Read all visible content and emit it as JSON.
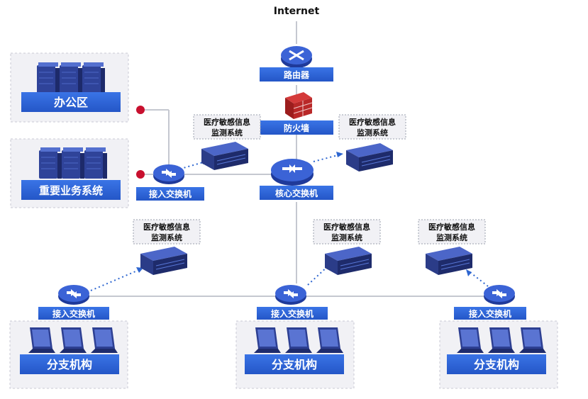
{
  "title": "Internet",
  "colors": {
    "brand_blue": "#2c62d8",
    "device_dark": "#2b3c88",
    "line_gray": "#c5c8d0",
    "dotted_blue": "#2e66d0",
    "red_dot": "#c8102e",
    "zone_bg": "#f1f1f5",
    "zone_border": "#c9c9d4"
  },
  "nodes": {
    "router": "路由器",
    "firewall": "防火墙",
    "core_switch": "核心交换机",
    "access_switch_top": "接入交换机",
    "access_switch_left": "接入交换机",
    "access_switch_mid": "接入交换机",
    "access_switch_right": "接入交换机"
  },
  "zones": {
    "office": "办公区",
    "business": "重要业务系统",
    "branch_left": "分支机构",
    "branch_mid": "分支机构",
    "branch_right": "分支机构"
  },
  "monitors": [
    {
      "line1": "医疗敏感信息",
      "line2": "监测系统"
    },
    {
      "line1": "医疗敏感信息",
      "line2": "监测系统"
    },
    {
      "line1": "医疗敏感信息",
      "line2": "监测系统"
    },
    {
      "line1": "医疗敏感信息",
      "line2": "监测系统"
    },
    {
      "line1": "医疗敏感信息",
      "line2": "监测系统"
    }
  ]
}
